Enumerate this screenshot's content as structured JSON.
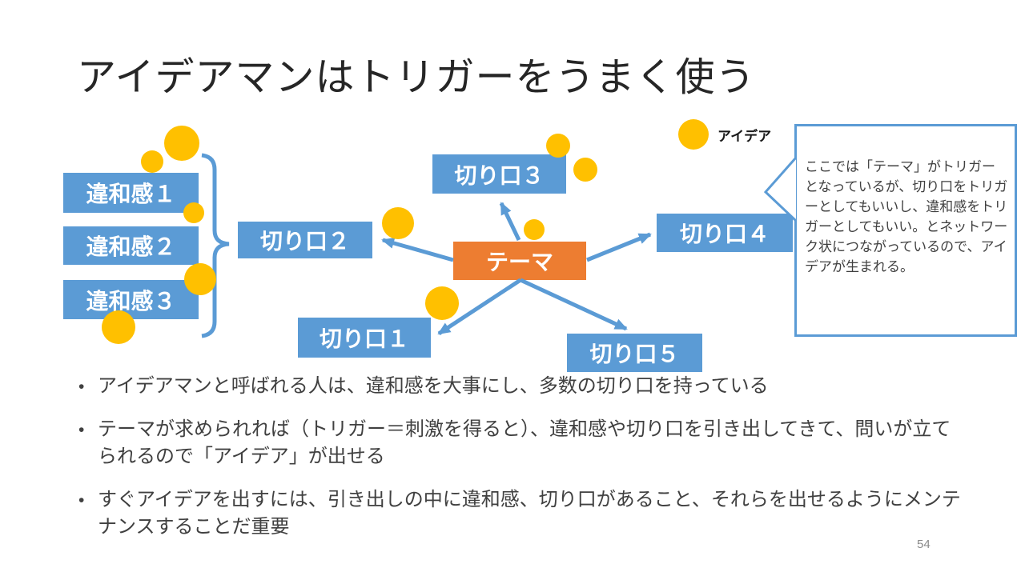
{
  "title": "アイデアマンはトリガーをうまく使う",
  "page_number": "54",
  "diagram": {
    "theme_node": "テーマ",
    "iwakan_nodes": [
      "違和感１",
      "違和感２",
      "違和感３"
    ],
    "kirikuchi_nodes": [
      "切り口１",
      "切り口２",
      "切り口３",
      "切り口４",
      "切り口５"
    ],
    "idea_label": "アイデア",
    "callout_text": "ここでは「テーマ」がトリガーとなっているが、切り口をトリガーとしてもいいし、違和感をトリガーとしてもいい。とネットワーク状につながっているので、アイデアが生まれる。",
    "colors": {
      "node_blue": "#5B9BD5",
      "theme_orange": "#ED7D31",
      "circle_yellow": "#FFC000",
      "arrow_blue": "#5B9BD5"
    }
  },
  "bullets": [
    "アイデアマンと呼ばれる人は、違和感を大事にし、多数の切り口を持っている",
    "テーマが求められれば（トリガー＝刺激を得ると）、違和感や切り口を引き出してきて、問いが立てられるので「アイデア」が出せる",
    "すぐアイデアを出すには、引き出しの中に違和感、切り口があること、それらを出せるようにメンテナンスすることだ重要"
  ]
}
